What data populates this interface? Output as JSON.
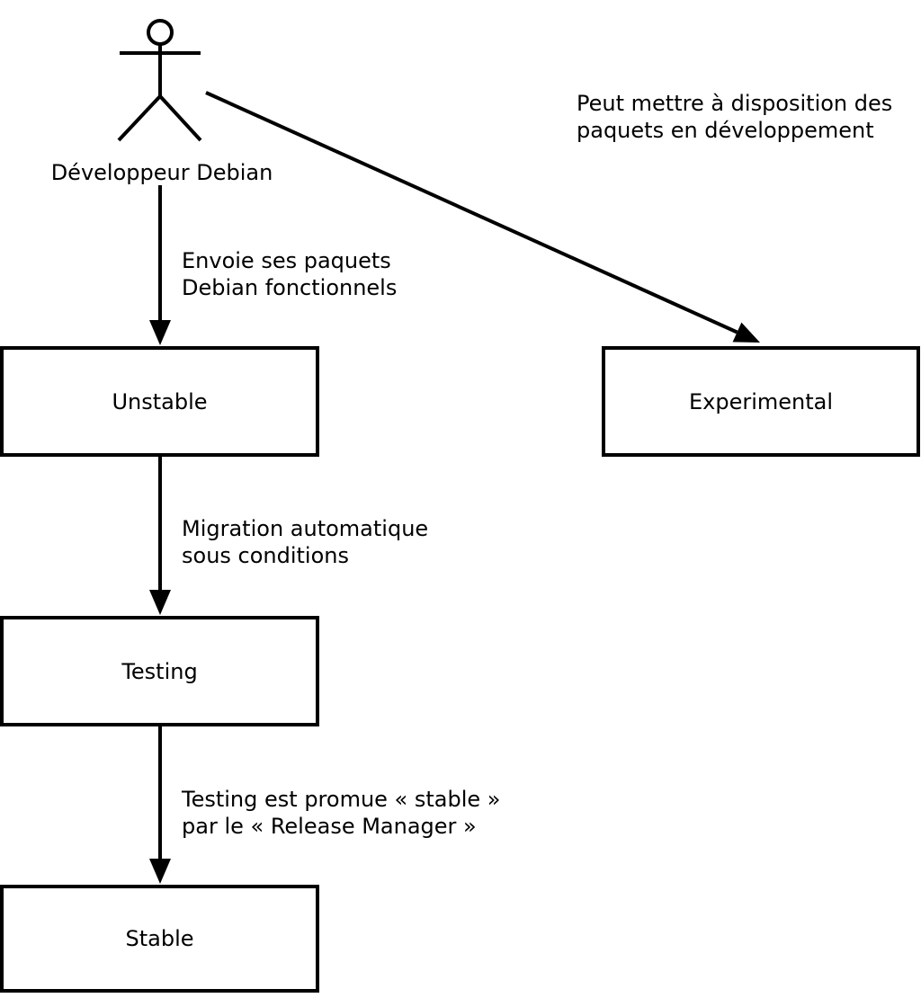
{
  "colors": {
    "stroke": "#000000",
    "background": "#ffffff"
  },
  "actor": {
    "label": "Développeur Debian"
  },
  "boxes": {
    "unstable": {
      "label": "Unstable"
    },
    "experimental": {
      "label": "Experimental"
    },
    "testing": {
      "label": "Testing"
    },
    "stable": {
      "label": "Stable"
    }
  },
  "annotations": {
    "experimental_note": {
      "line1": "Peut mettre à disposition des",
      "line2": "paquets en développement"
    },
    "unstable_note": {
      "line1": "Envoie ses paquets",
      "line2": "Debian fonctionnels"
    },
    "testing_note": {
      "line1": "Migration automatique",
      "line2": "sous conditions"
    },
    "stable_note": {
      "line1": "Testing est promue « stable »",
      "line2": "par le « Release Manager »"
    }
  }
}
